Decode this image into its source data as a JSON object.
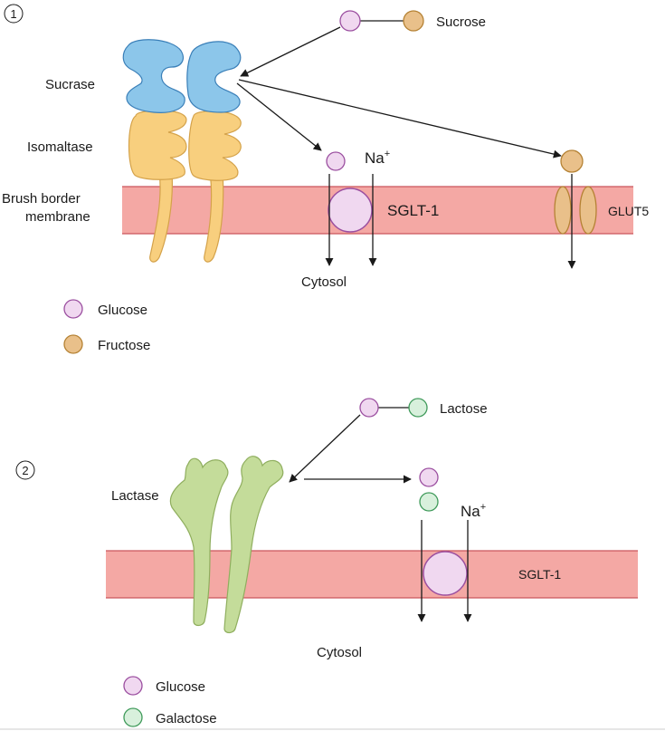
{
  "panel1": {
    "number": "①",
    "sucrase_label": "Sucrase",
    "isomaltase_label": "Isomaltase",
    "membrane_label_line1": "Brush border",
    "membrane_label_line2": "membrane",
    "substrate_label": "Sucrose",
    "sodium_label": "Na",
    "sodium_charge": "+",
    "transporter1_label": "SGLT-1",
    "transporter2_label": "GLUT5",
    "cytosol_label": "Cytosol",
    "legend": [
      {
        "label": "Glucose",
        "color": "#f0d8f0",
        "stroke": "#9b4fa0"
      },
      {
        "label": "Fructose",
        "color": "#e9c08a",
        "stroke": "#b58234"
      }
    ]
  },
  "panel2": {
    "number": "②",
    "enzyme_label": "Lactase",
    "substrate_label": "Lactose",
    "sodium_label": "Na",
    "sodium_charge": "+",
    "transporter_label": "SGLT-1",
    "cytosol_label": "Cytosol",
    "legend": [
      {
        "label": "Glucose",
        "color": "#f0d8f0",
        "stroke": "#9b4fa0"
      },
      {
        "label": "Galactose",
        "color": "#d8f0dc",
        "stroke": "#3f9a5a"
      }
    ]
  },
  "colors": {
    "membrane_fill": "#f4a8a4",
    "sucrase_fill": "#8cc6ea",
    "isomaltase_fill": "#f8cf7e",
    "lactase_fill": "#c4dc9a",
    "glucose_fill": "#f0d8f0",
    "fructose_fill": "#e9c08a",
    "galactose_fill": "#d8f0dc"
  }
}
